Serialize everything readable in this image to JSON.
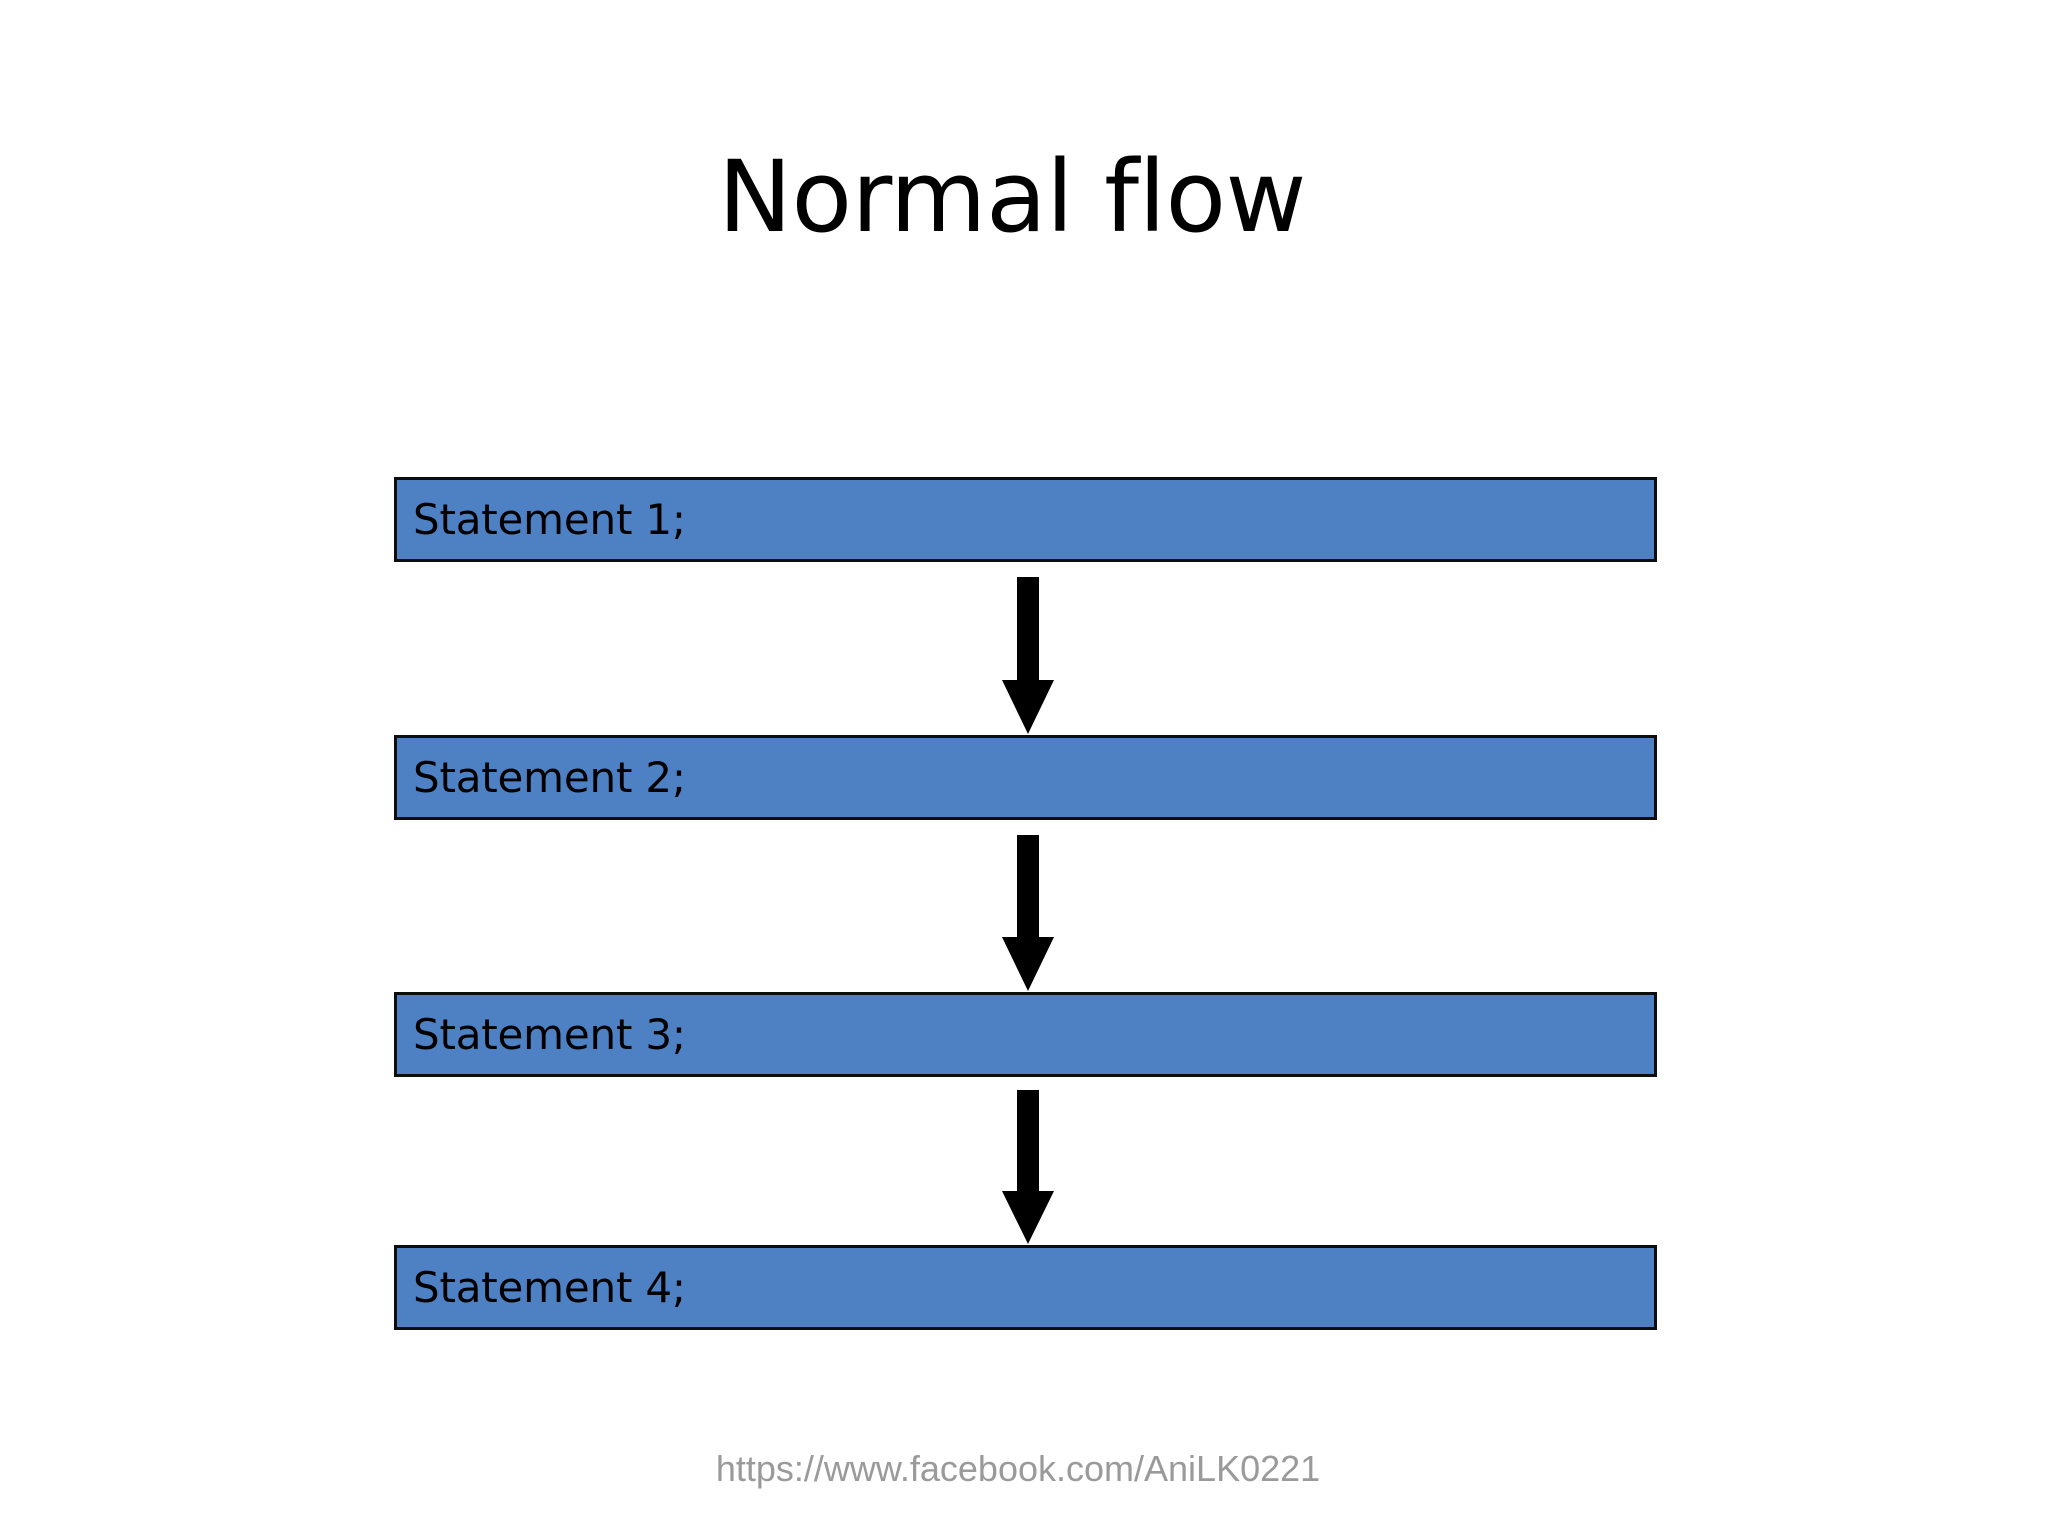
{
  "slide": {
    "title": "Normal flow",
    "background_color": "#FFFFFF",
    "box_fill_color": "#4E81C4",
    "box_border_color": "#0D0D0D",
    "arrow_color": "#000000",
    "footer_color": "#9A9A9A"
  },
  "flow": {
    "steps": [
      {
        "label": "Statement 1;"
      },
      {
        "label": "Statement 2;"
      },
      {
        "label": "Statement 3;"
      },
      {
        "label": "Statement 4;"
      }
    ],
    "connectors": [
      {
        "icon": "down-arrow-icon",
        "from": "Statement 1;",
        "to": "Statement 2;"
      },
      {
        "icon": "down-arrow-icon",
        "from": "Statement 2;",
        "to": "Statement 3;"
      },
      {
        "icon": "down-arrow-icon",
        "from": "Statement 3;",
        "to": "Statement 4;"
      }
    ]
  },
  "footer": {
    "url": "https://www.facebook.com/AniLK0221"
  }
}
